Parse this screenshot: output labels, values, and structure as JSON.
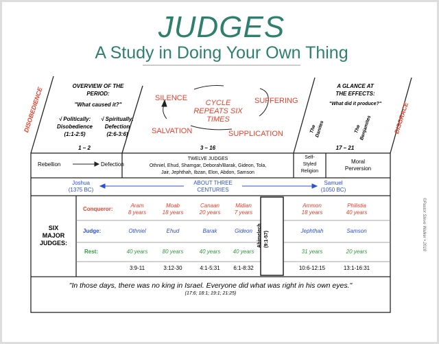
{
  "title": "JUDGES",
  "subtitle": "A Study in Doing Your Own Thing",
  "left_side": "DISOBEDIENCE",
  "right_side": "DISGRACE",
  "overview": {
    "heading1": "OVERVIEW OF THE",
    "heading2": "PERIOD:",
    "question": "\"What caused it?\"",
    "politically": [
      "√ Politically:",
      "Disobedience",
      "(1:1-2:5)"
    ],
    "spiritually": [
      "√ Spiritually:",
      "Defection",
      "(2:6-3:6)"
    ],
    "chapters": "1 – 2"
  },
  "cycle": {
    "silence": "SILENCE",
    "suffering": "SUFFERING",
    "supplication": "SUPPLICATION",
    "salvation": "SALVATION",
    "center": [
      "CYCLE",
      "REPEATS SIX",
      "TIMES"
    ],
    "chapters": "3 – 16"
  },
  "effects": {
    "heading1": "A GLANCE AT",
    "heading2": "THE EFFECTS:",
    "question": "\"What did it produce?\"",
    "danites": [
      "The",
      "Danites"
    ],
    "benjamites": [
      "The",
      "Benjamites"
    ],
    "chapters": "17 – 21"
  },
  "row1": {
    "rebellion": "Rebellion",
    "defection": "Defection",
    "twelve_title": "TWELVE JUDGES",
    "twelve_line1": "Othniel, Ehud, Shamgar, Deborah/Barak, Gideon, Tola,",
    "twelve_line2": "Jair, Jephthah, Ibzan, Elon, Abdon, Samson",
    "religion": [
      "Self-",
      "Styled",
      "Religion"
    ],
    "moral": [
      "Moral",
      "Perversion"
    ]
  },
  "timeline": {
    "joshua": "Joshua",
    "joshua_date": "(1375 BC)",
    "middle": [
      "ABOUT THREE",
      "CENTURIES"
    ],
    "samuel": "Samuel",
    "samuel_date": "(1050 BC)"
  },
  "major": {
    "label": [
      "SIX",
      "MAJOR",
      "JUDGES:"
    ],
    "conqueror_label": "Conqueror:",
    "judge_label": "Judge:",
    "rest_label": "Rest:",
    "judges": [
      {
        "conqueror": "Aram",
        "years": "8 years",
        "judge": "Othniel",
        "rest": "40 years",
        "ref": "3:9-11"
      },
      {
        "conqueror": "Moab",
        "years": "18 years",
        "judge": "Ehud",
        "rest": "80 years",
        "ref": "3:12-30"
      },
      {
        "conqueror": "Canaan",
        "years": "20 years",
        "judge": "Barak",
        "rest": "40 years",
        "ref": "4:1-5:31"
      },
      {
        "conqueror": "Midian",
        "years": "7 years",
        "judge": "Gideon",
        "rest": "40 years",
        "ref": "6:1-8:32"
      },
      {
        "conqueror": "Ammon",
        "years": "18 years",
        "judge": "Jephthah",
        "rest": "31 years",
        "ref": "10:6-12:15"
      },
      {
        "conqueror": "Philistia",
        "years": "40 years",
        "judge": "Samson",
        "rest": "20 years",
        "ref": "13:1-16:31"
      }
    ],
    "abimelech": "Abimelech",
    "abimelech_ref": "(9:1-57)"
  },
  "quote": "\"In those days, there was no king in Israel.  Everyone did what was right in his own eyes.\"",
  "quote_refs": "(17:6; 18:1; 19:1; 21:25)",
  "copyright": "©Pastor Steve Walker • 2018"
}
